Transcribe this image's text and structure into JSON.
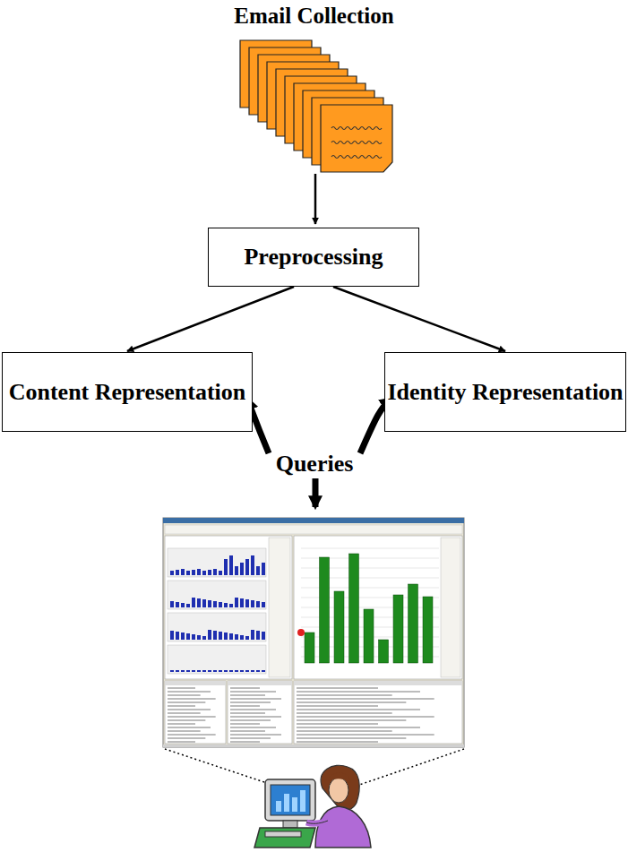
{
  "diagram": {
    "title": "Email Collection",
    "nodes": [
      {
        "text": [
          "Preprocessing"
        ]
      },
      {
        "text": [
          "Content Representation"
        ]
      },
      {
        "text": [
          "Identity Representation"
        ]
      }
    ],
    "edges": [
      {
        "from": 0,
        "to": 1,
        "arrow": "to"
      },
      {
        "from": 0,
        "to": 2,
        "arrow": "to"
      }
    ],
    "labels": [
      "Queries"
    ]
  }
}
